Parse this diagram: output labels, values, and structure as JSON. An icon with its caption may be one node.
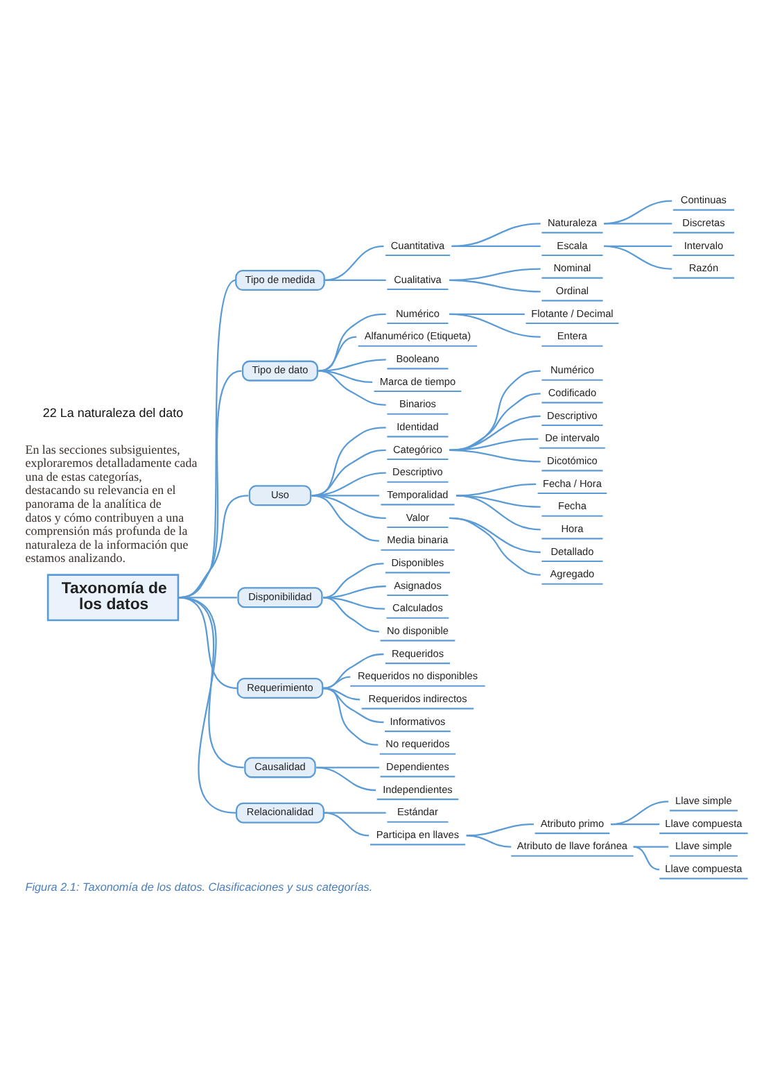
{
  "diagram": {
    "caption": "Figura 2.1: Taxonomía de los datos. Clasificaciones y sus categorías.",
    "nodes": [
      {
        "text": [
          "Taxonomía de los datos"
        ]
      },
      {
        "text": [
          "Tipo de medida"
        ]
      },
      {
        "text": [
          "Cuantitativa"
        ]
      },
      {
        "text": [
          "Naturaleza"
        ]
      },
      {
        "text": [
          "Continuas"
        ]
      },
      {
        "text": [
          "Discretas"
        ]
      },
      {
        "text": [
          "Escala"
        ]
      },
      {
        "text": [
          "Intervalo"
        ]
      },
      {
        "text": [
          "Razón"
        ]
      },
      {
        "text": [
          "Cualitativa"
        ]
      },
      {
        "text": [
          "Nominal"
        ]
      },
      {
        "text": [
          "Ordinal"
        ]
      },
      {
        "text": [
          "Tipo de dato"
        ]
      },
      {
        "text": [
          "Numérico"
        ]
      },
      {
        "text": [
          "Flotante / Decimal"
        ]
      },
      {
        "text": [
          "Entera"
        ]
      },
      {
        "text": [
          "Alfanumérico (Etiqueta)"
        ]
      },
      {
        "text": [
          "Booleano"
        ]
      },
      {
        "text": [
          "Marca de tiempo"
        ]
      },
      {
        "text": [
          "Binarios"
        ]
      },
      {
        "text": [
          "Uso"
        ]
      },
      {
        "text": [
          "Identidad"
        ]
      },
      {
        "text": [
          "Categórico"
        ]
      },
      {
        "text": [
          "Numérico"
        ]
      },
      {
        "text": [
          "Codificado"
        ]
      },
      {
        "text": [
          "Descriptivo"
        ]
      },
      {
        "text": [
          "De intervalo"
        ]
      },
      {
        "text": [
          "Dicotómico"
        ]
      },
      {
        "text": [
          "Descriptivo"
        ]
      },
      {
        "text": [
          "Temporalidad"
        ]
      },
      {
        "text": [
          "Fecha / Hora"
        ]
      },
      {
        "text": [
          "Fecha"
        ]
      },
      {
        "text": [
          "Hora"
        ]
      },
      {
        "text": [
          "Valor"
        ]
      },
      {
        "text": [
          "Detallado"
        ]
      },
      {
        "text": [
          "Agregado"
        ]
      },
      {
        "text": [
          "Media binaria"
        ]
      },
      {
        "text": [
          "Disponibilidad"
        ]
      },
      {
        "text": [
          "Disponibles"
        ]
      },
      {
        "text": [
          "Asignados"
        ]
      },
      {
        "text": [
          "Calculados"
        ]
      },
      {
        "text": [
          "No disponible"
        ]
      },
      {
        "text": [
          "Requerimiento"
        ]
      },
      {
        "text": [
          "Requeridos"
        ]
      },
      {
        "text": [
          "Requeridos no disponibles"
        ]
      },
      {
        "text": [
          "Requeridos indirectos"
        ]
      },
      {
        "text": [
          "Informativos"
        ]
      },
      {
        "text": [
          "No requeridos"
        ]
      },
      {
        "text": [
          "Causalidad"
        ]
      },
      {
        "text": [
          "Dependientes"
        ]
      },
      {
        "text": [
          "Independientes"
        ]
      },
      {
        "text": [
          "Relacionalidad"
        ]
      },
      {
        "text": [
          "Estándar"
        ]
      },
      {
        "text": [
          "Participa en llaves"
        ]
      },
      {
        "text": [
          "Atributo primo"
        ]
      },
      {
        "text": [
          "Llave simple"
        ]
      },
      {
        "text": [
          "Llave compuesta"
        ]
      },
      {
        "text": [
          "Atributo de llave foránea"
        ]
      },
      {
        "text": [
          "Llave simple"
        ]
      },
      {
        "text": [
          "Llave compuesta"
        ]
      }
    ],
    "edges": [
      {
        "from": 0,
        "to": 1,
        "arrow": "none"
      },
      {
        "from": 1,
        "to": 2,
        "arrow": "none"
      },
      {
        "from": 2,
        "to": 3,
        "arrow": "none"
      },
      {
        "from": 3,
        "to": 4,
        "arrow": "none"
      },
      {
        "from": 3,
        "to": 5,
        "arrow": "none"
      },
      {
        "from": 2,
        "to": 6,
        "arrow": "none"
      },
      {
        "from": 6,
        "to": 7,
        "arrow": "none"
      },
      {
        "from": 6,
        "to": 8,
        "arrow": "none"
      },
      {
        "from": 1,
        "to": 9,
        "arrow": "none"
      },
      {
        "from": 9,
        "to": 10,
        "arrow": "none"
      },
      {
        "from": 9,
        "to": 11,
        "arrow": "none"
      },
      {
        "from": 0,
        "to": 12,
        "arrow": "none"
      },
      {
        "from": 12,
        "to": 13,
        "arrow": "none"
      },
      {
        "from": 13,
        "to": 14,
        "arrow": "none"
      },
      {
        "from": 13,
        "to": 15,
        "arrow": "none"
      },
      {
        "from": 12,
        "to": 16,
        "arrow": "none"
      },
      {
        "from": 12,
        "to": 17,
        "arrow": "none"
      },
      {
        "from": 12,
        "to": 18,
        "arrow": "none"
      },
      {
        "from": 12,
        "to": 19,
        "arrow": "none"
      },
      {
        "from": 0,
        "to": 20,
        "arrow": "none"
      },
      {
        "from": 20,
        "to": 21,
        "arrow": "none"
      },
      {
        "from": 20,
        "to": 22,
        "arrow": "none"
      },
      {
        "from": 22,
        "to": 23,
        "arrow": "none"
      },
      {
        "from": 22,
        "to": 24,
        "arrow": "none"
      },
      {
        "from": 22,
        "to": 25,
        "arrow": "none"
      },
      {
        "from": 22,
        "to": 26,
        "arrow": "none"
      },
      {
        "from": 22,
        "to": 27,
        "arrow": "none"
      },
      {
        "from": 20,
        "to": 28,
        "arrow": "none"
      },
      {
        "from": 20,
        "to": 29,
        "arrow": "none"
      },
      {
        "from": 29,
        "to": 30,
        "arrow": "none"
      },
      {
        "from": 29,
        "to": 31,
        "arrow": "none"
      },
      {
        "from": 29,
        "to": 32,
        "arrow": "none"
      },
      {
        "from": 20,
        "to": 33,
        "arrow": "none"
      },
      {
        "from": 33,
        "to": 34,
        "arrow": "none"
      },
      {
        "from": 33,
        "to": 35,
        "arrow": "none"
      },
      {
        "from": 20,
        "to": 36,
        "arrow": "none"
      },
      {
        "from": 0,
        "to": 37,
        "arrow": "none"
      },
      {
        "from": 37,
        "to": 38,
        "arrow": "none"
      },
      {
        "from": 37,
        "to": 39,
        "arrow": "none"
      },
      {
        "from": 37,
        "to": 40,
        "arrow": "none"
      },
      {
        "from": 37,
        "to": 41,
        "arrow": "none"
      },
      {
        "from": 0,
        "to": 42,
        "arrow": "none"
      },
      {
        "from": 42,
        "to": 43,
        "arrow": "none"
      },
      {
        "from": 42,
        "to": 44,
        "arrow": "none"
      },
      {
        "from": 42,
        "to": 45,
        "arrow": "none"
      },
      {
        "from": 42,
        "to": 46,
        "arrow": "none"
      },
      {
        "from": 42,
        "to": 47,
        "arrow": "none"
      },
      {
        "from": 0,
        "to": 48,
        "arrow": "none"
      },
      {
        "from": 48,
        "to": 49,
        "arrow": "none"
      },
      {
        "from": 48,
        "to": 50,
        "arrow": "none"
      },
      {
        "from": 0,
        "to": 51,
        "arrow": "none"
      },
      {
        "from": 51,
        "to": 52,
        "arrow": "none"
      },
      {
        "from": 51,
        "to": 53,
        "arrow": "none"
      },
      {
        "from": 53,
        "to": 54,
        "arrow": "none"
      },
      {
        "from": 54,
        "to": 55,
        "arrow": "none"
      },
      {
        "from": 54,
        "to": 56,
        "arrow": "none"
      },
      {
        "from": 53,
        "to": 57,
        "arrow": "none"
      },
      {
        "from": 57,
        "to": 58,
        "arrow": "none"
      },
      {
        "from": 57,
        "to": 59,
        "arrow": "none"
      }
    ],
    "labels": [
      "22 La naturaleza del dato",
      "En las secciones subsiguientes, exploraremos detalladamente cada una de estas categorías, destacando su relevancia en el panorama de la analítica de datos y cómo contribuyen a una comprensión más profunda de la naturaleza de la información que estamos analizando."
    ]
  }
}
